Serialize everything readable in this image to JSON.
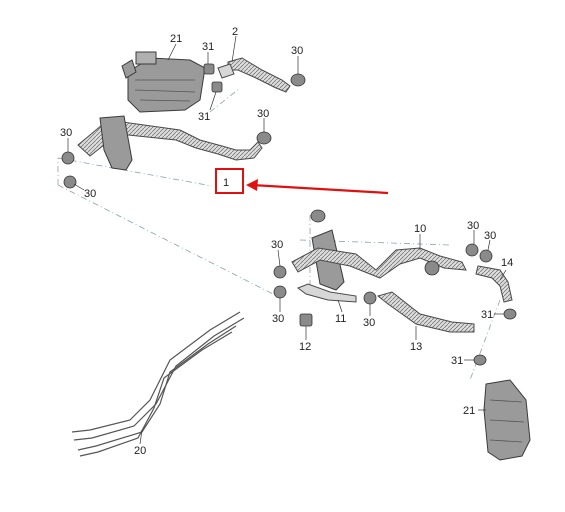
{
  "labels": {
    "l21a": "21",
    "l31a": "31",
    "l2": "2",
    "l30a": "30",
    "l31b": "31",
    "l30b": "30",
    "l30c": "30",
    "l1": "1",
    "l30d": "30",
    "l10": "10",
    "l30e": "30",
    "l30f": "30",
    "l30g": "30",
    "l14": "14",
    "l30h": "30",
    "l11": "11",
    "l30i": "30",
    "l31c": "31",
    "l12": "12",
    "l13": "13",
    "l31d": "31",
    "l21b": "21",
    "l20": "20"
  },
  "colors": {
    "highlight": "#e01010",
    "line": "#333333",
    "dashed": "#8da0b0",
    "part_fill": "#d7d7d7"
  }
}
